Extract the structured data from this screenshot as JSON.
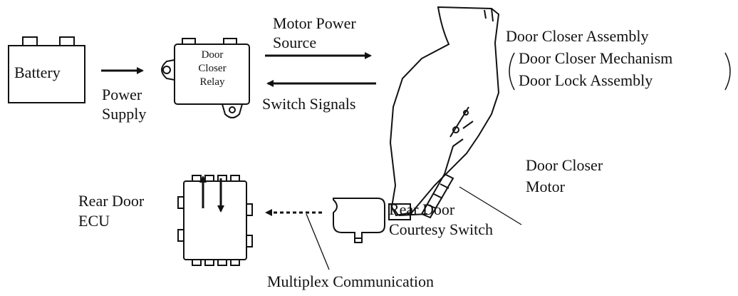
{
  "components": {
    "battery": "Battery",
    "relay": [
      "Door",
      "Closer",
      "Relay"
    ],
    "rear_door_ecu": [
      "Rear Door",
      "ECU"
    ],
    "courtesy_switch": [
      "Rear Door",
      "Courtesy Switch"
    ],
    "door_closer_motor": [
      "Door Closer",
      "Motor"
    ],
    "door_closer_assembly": {
      "title": "Door Closer Assembly",
      "items": [
        "Door Closer Mechanism",
        "Door Lock Assembly"
      ]
    }
  },
  "signals": {
    "power_supply": [
      "Power",
      "Supply"
    ],
    "motor_power_source": [
      "Motor Power",
      "Source"
    ],
    "switch_signals": "Switch Signals",
    "multiplex_communication": "Multiplex Communication"
  },
  "colors": {
    "ink": "#111111",
    "background": "#ffffff"
  }
}
